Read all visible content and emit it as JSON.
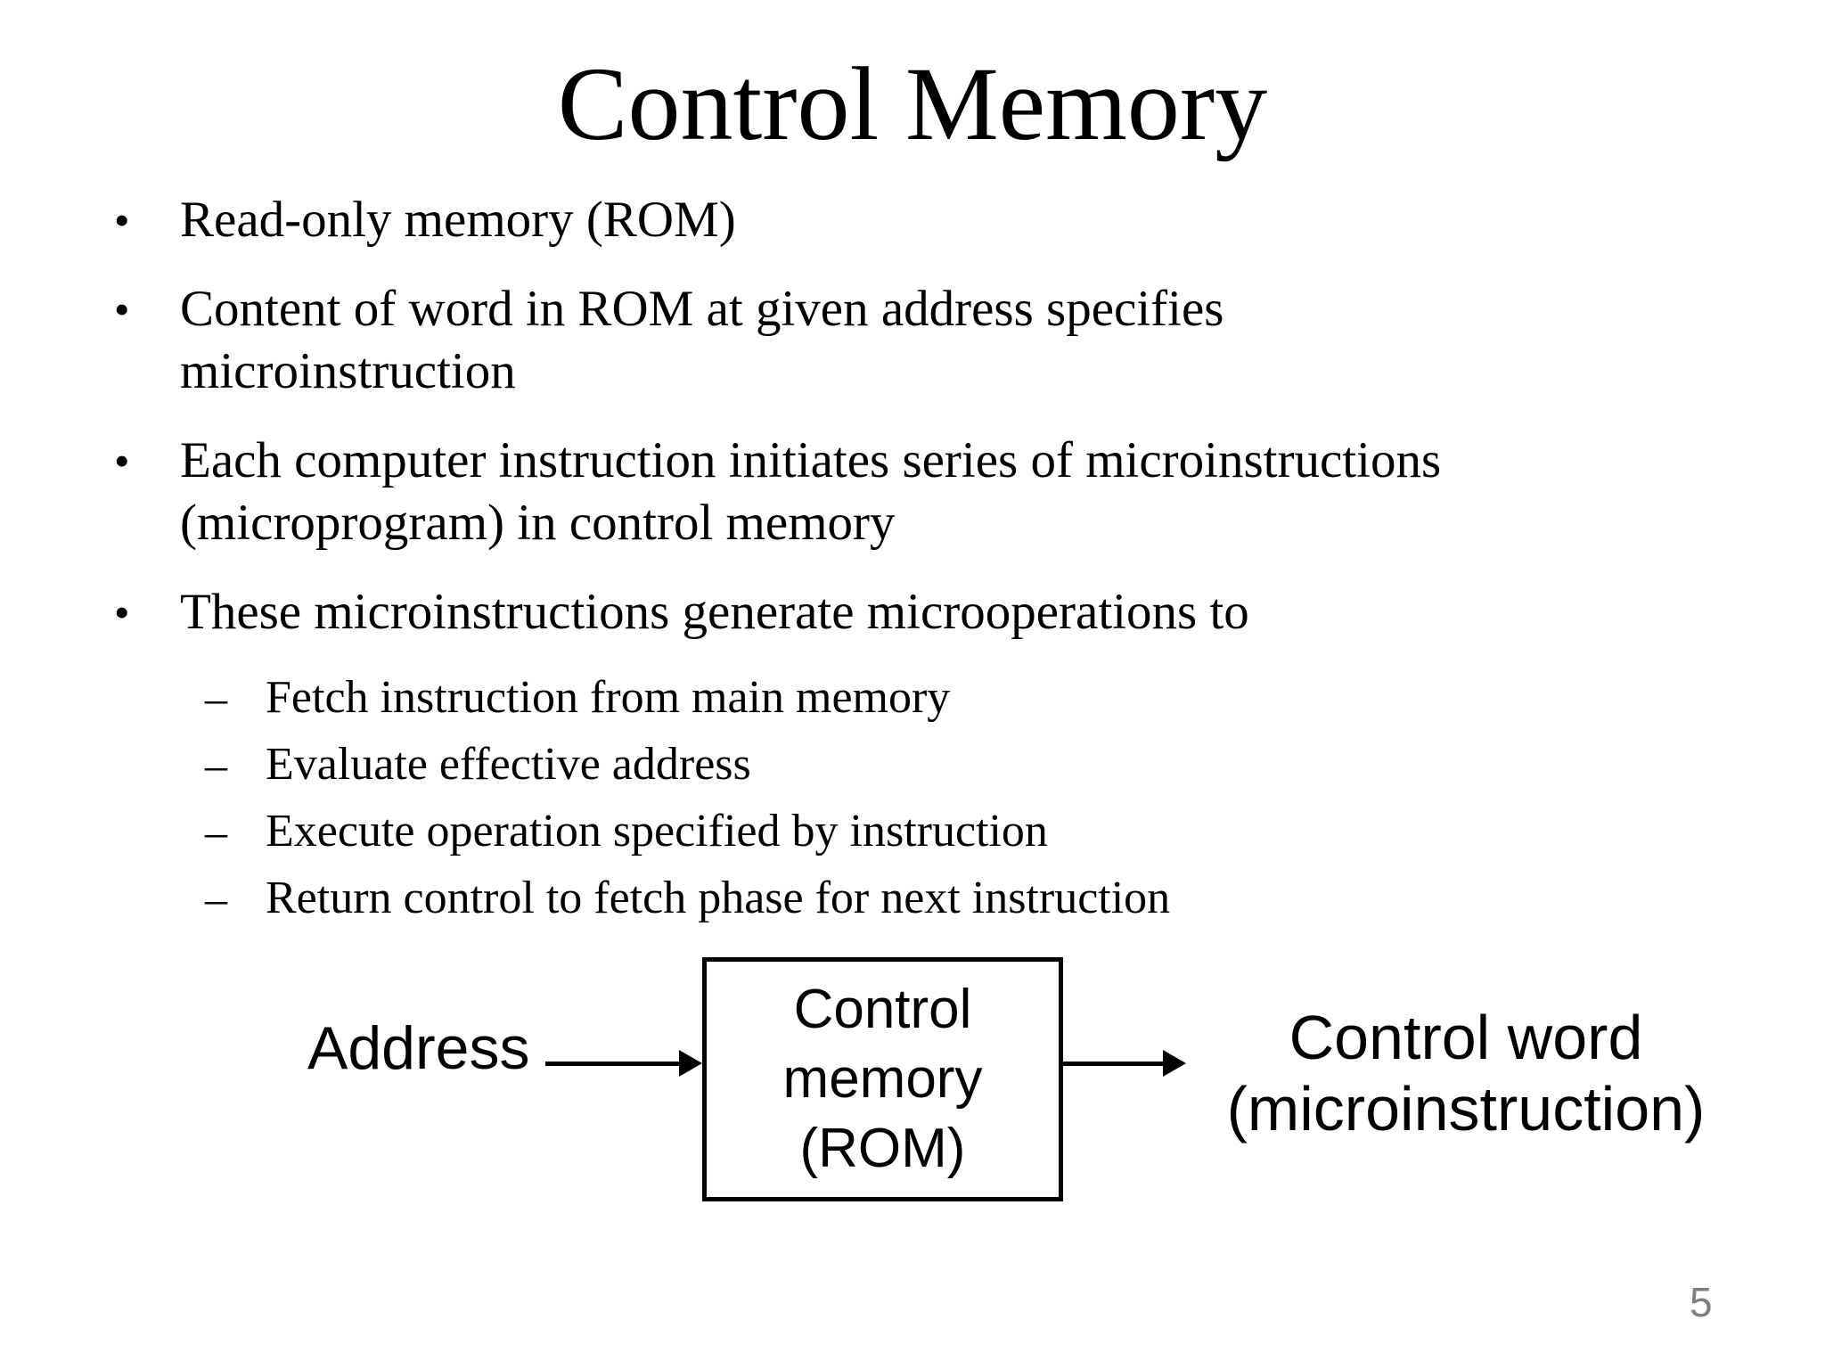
{
  "slide": {
    "title": "Control Memory",
    "page_number": "5",
    "colors": {
      "background": "#ffffff",
      "text": "#000000",
      "page_number": "#7f7f7f"
    },
    "bullets": [
      {
        "marker": "•",
        "lines": [
          "Read-only memory (ROM)"
        ]
      },
      {
        "marker": "•",
        "lines": [
          "Content of word in ROM at given address specifies",
          "microinstruction"
        ]
      },
      {
        "marker": "•",
        "lines": [
          "Each computer instruction initiates series of microinstructions",
          "(microprogram) in control memory"
        ]
      },
      {
        "marker": "•",
        "lines": [
          "These microinstructions generate microoperations to"
        ]
      }
    ],
    "sub_bullets": [
      {
        "marker": "–",
        "lines": [
          "Fetch instruction from main memory"
        ]
      },
      {
        "marker": "–",
        "lines": [
          "Evaluate effective address"
        ]
      },
      {
        "marker": "–",
        "lines": [
          "Execute operation specified by instruction"
        ]
      },
      {
        "marker": "–",
        "lines": [
          "Return control to fetch phase for next instruction"
        ]
      }
    ],
    "diagram": {
      "input_label": "Address",
      "box_lines": [
        "Control",
        "memory",
        "(ROM)"
      ],
      "output_lines": [
        "Control word",
        "(microinstruction)"
      ]
    }
  }
}
